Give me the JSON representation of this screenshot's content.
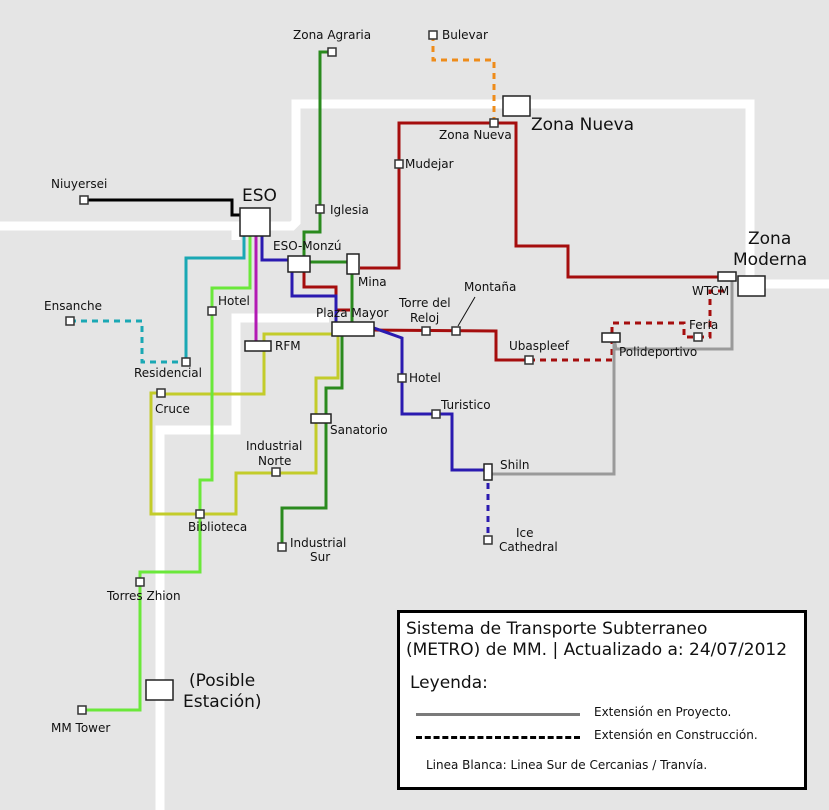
{
  "colors": {
    "background": "#e5e5e5",
    "cercanias_white": "#ffffff",
    "line_black": "#000000",
    "line_green_dark": "#2a8a1e",
    "line_red": "#a50d0d",
    "line_blue": "#2a1ab0",
    "line_cyan": "#1aa8b4",
    "line_purple": "#b21ab4",
    "line_yellow": "#c3cc2a",
    "line_lime": "#6ae83a",
    "line_orange": "#ee8c1a",
    "line_gray": "#9a9a9a"
  },
  "stations": {
    "zona_agraria": "Zona Agraria",
    "bulevar": "Bulevar",
    "zona_nueva": "Zona Nueva",
    "zona_nueva_big": "Zona Nueva",
    "mudejar": "Mudejar",
    "niuyersei": "Niuyersei",
    "eso": "ESO",
    "iglesia": "Iglesia",
    "eso_monzu": "ESO-Monzú",
    "zona_moderna_1": "Zona",
    "zona_moderna_2": "Moderna",
    "mina": "Mina",
    "wtcm": "WTCM",
    "ensanche": "Ensanche",
    "hotel_west": "Hotel",
    "plaza_mayor": "Plaza Mayor",
    "torre_reloj_1": "Torre del",
    "torre_reloj_2": "Reloj",
    "montana": "Montaña",
    "feria": "Feria",
    "rfm": "RFM",
    "ubaspleef": "Ubaspleef",
    "polideportivo": "Polideportivo",
    "residencial": "Residencial",
    "hotel_east": "Hotel",
    "cruce": "Cruce",
    "turistico": "Turistico",
    "sanatorio": "Sanatorio",
    "industrial_norte_1": "Industrial",
    "industrial_norte_2": "Norte",
    "shiln": "Shiln",
    "biblioteca": "Biblioteca",
    "ice_cathedral_1": "Ice",
    "ice_cathedral_2": "Cathedral",
    "industrial_sur_1": "Industrial",
    "industrial_sur_2": "Sur",
    "torres_zhion": "Torres Zhion",
    "posible_1": "(Posible",
    "posible_2": "Estación)",
    "mm_tower": "MM Tower"
  },
  "legend": {
    "title_line1": "Sistema de Transporte Subterraneo",
    "title_line2": "(METRO) de MM. | Actualizado a: 24/07/2012",
    "heading": "Leyenda:",
    "proyecto": "Extensión en Proyecto.",
    "construccion": "Extensión en Construcción.",
    "note": "Linea Blanca: Linea Sur de Cercanias / Tranvía."
  }
}
